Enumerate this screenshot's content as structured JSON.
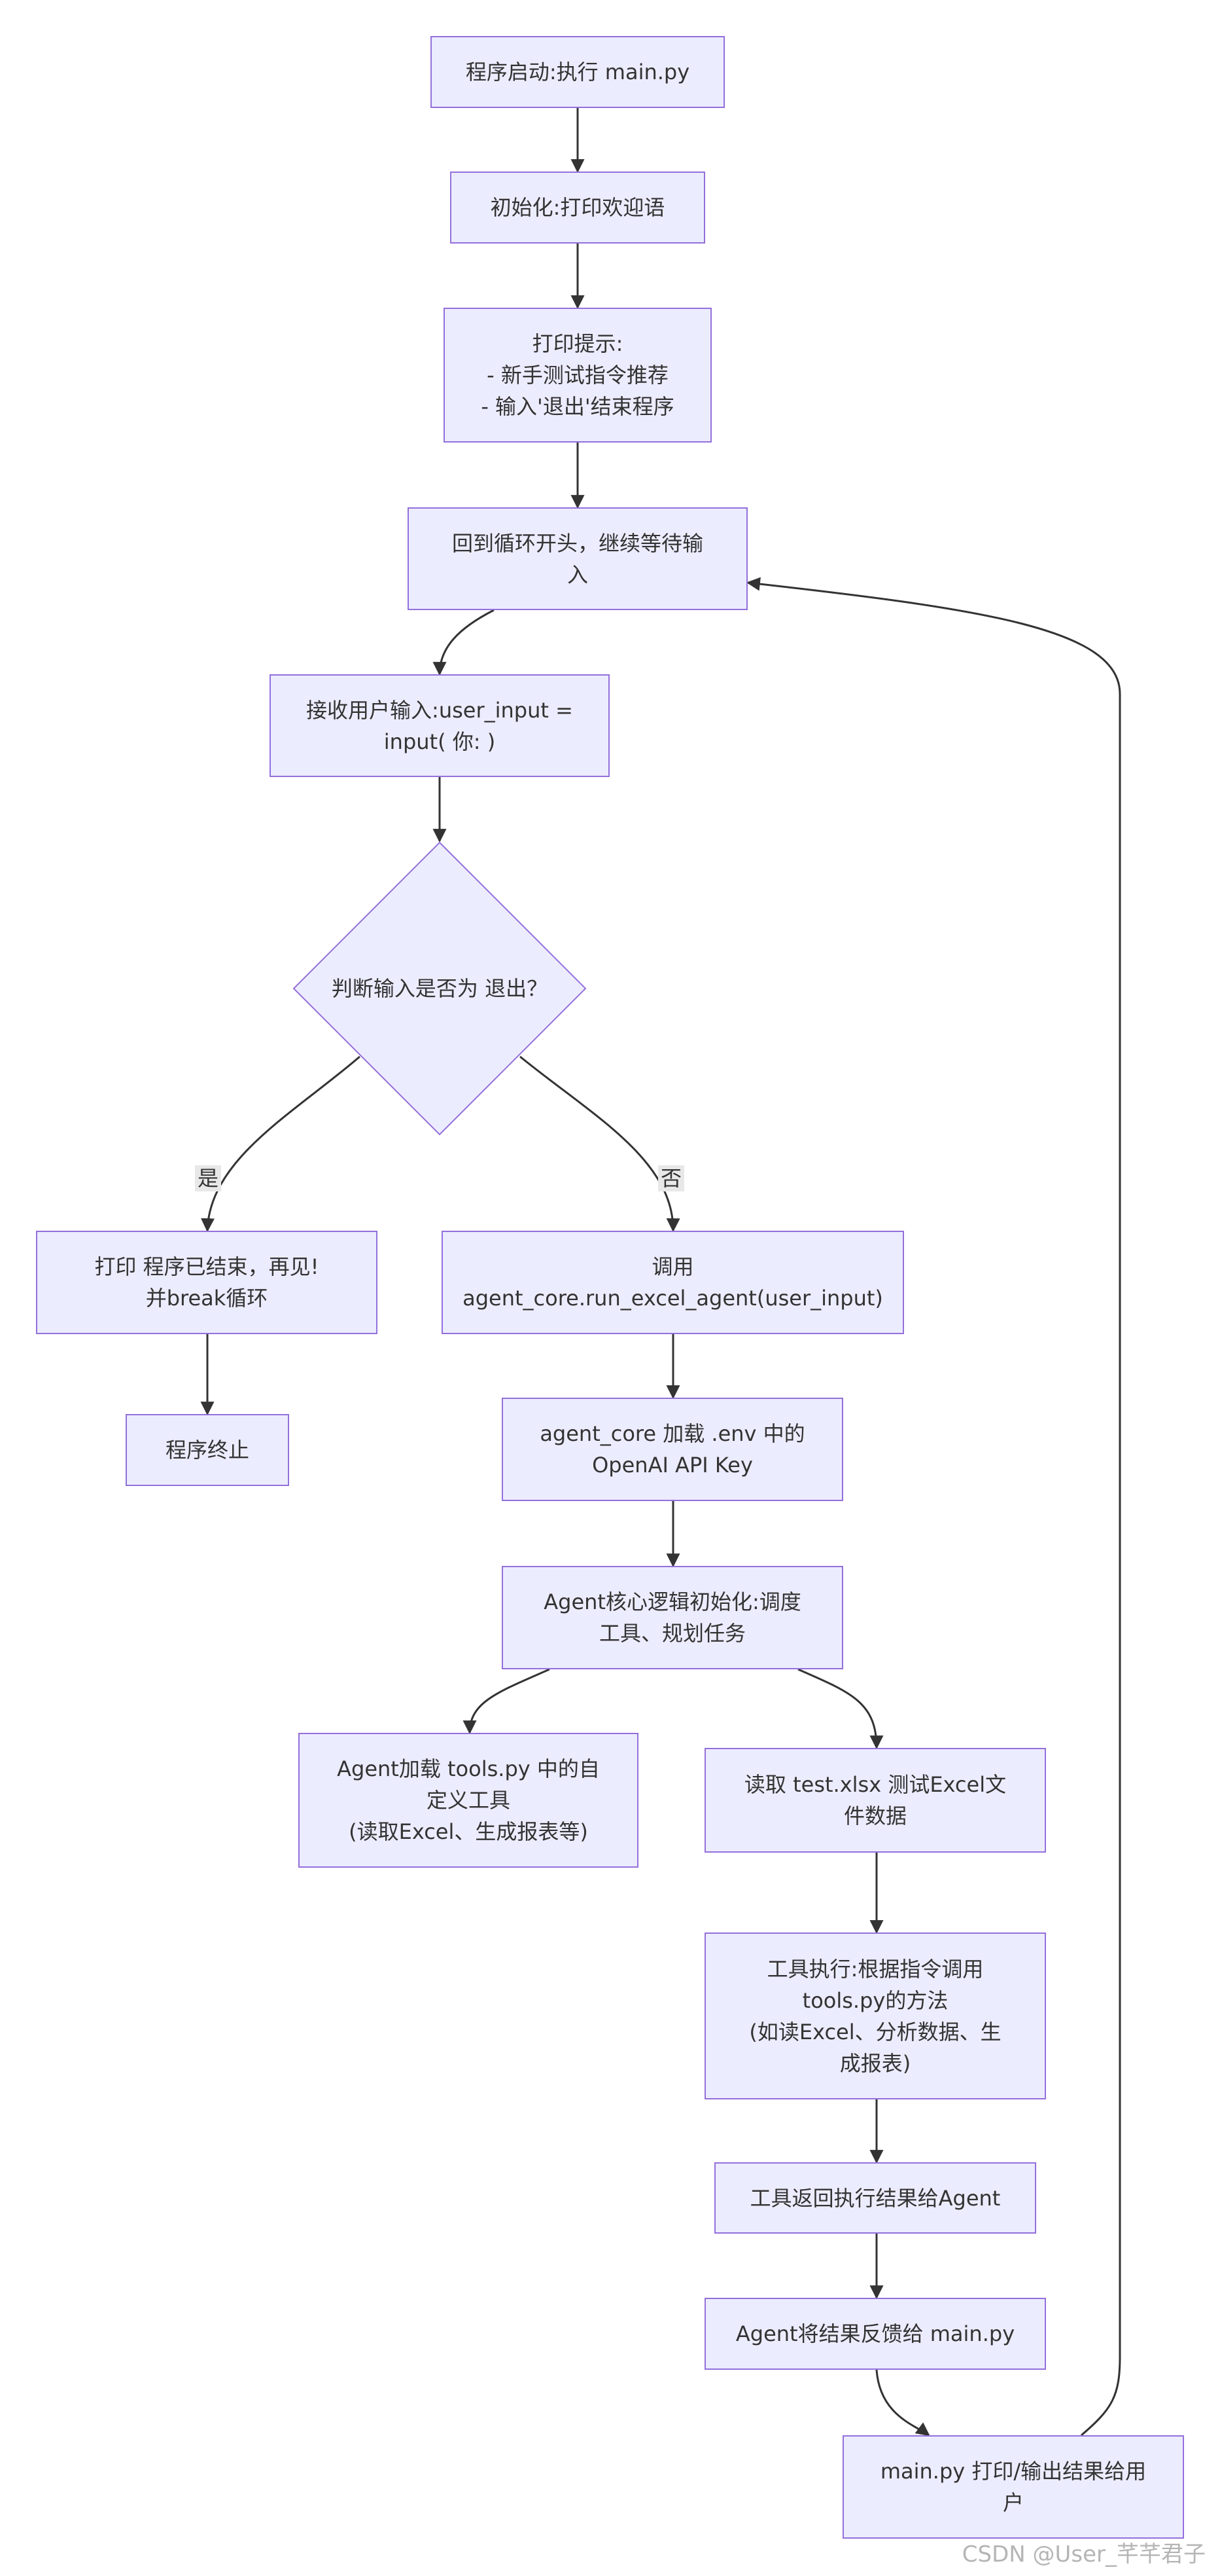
{
  "nodes": {
    "start": "程序启动:执行 main.py",
    "init": "初始化:打印欢迎语",
    "tips": "打印提示:\n- 新手测试指令推荐\n- 输入'退出'结束程序",
    "loop": "回到循环开头，继续等待输\n入",
    "receive": "接收用户输入:user_input =\ninput( 你: )",
    "decision": "判断输入是否为 退出？",
    "print_exit": "打印 程序已结束，再见!\n并break循环",
    "terminate": "程序终止",
    "call_agent": "调用\nagent_core.run_excel_agent(user_input)",
    "load_env": "agent_core 加载 .env 中的\nOpenAI API Key",
    "agent_init": "Agent核心逻辑初始化:调度\n工具、规划任务",
    "load_tools": "Agent加载 tools.py 中的自\n定义工具\n(读取Excel、生成报表等)",
    "read_test": "读取 test.xlsx 测试Excel文\n件数据",
    "tool_exec": "工具执行:根据指令调用\ntools.py的方法\n(如读Excel、分析数据、生\n成报表)",
    "tool_return": "工具返回执行结果给Agent",
    "feedback": "Agent将结果反馈给 main.py",
    "output": "main.py 打印/输出结果给用\n户"
  },
  "edge_labels": {
    "yes": "是",
    "no": "否"
  },
  "watermark": "CSDN @User_芊芊君子",
  "colors": {
    "node_fill": "#ECECFF",
    "node_stroke": "#9370DB",
    "edge": "#333333",
    "text": "#333333"
  }
}
